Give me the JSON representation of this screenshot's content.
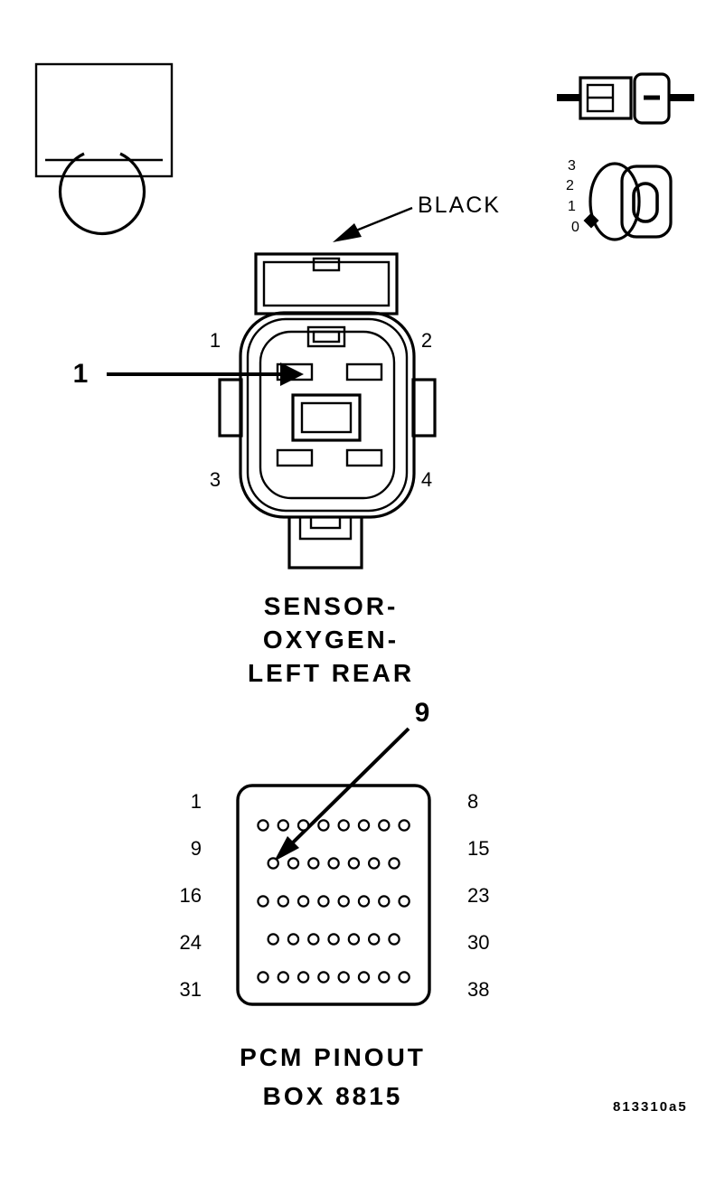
{
  "colors": {
    "ink": "#000000",
    "paper": "#ffffff"
  },
  "callouts": {
    "wire_color": "BLACK",
    "pin1": "1",
    "pin9": "9"
  },
  "connector": {
    "pin_labels": [
      "1",
      "2",
      "3",
      "4"
    ],
    "name_lines": [
      "SENSOR-",
      "OXYGEN-",
      "LEFT REAR"
    ]
  },
  "end_view_scale": [
    "3",
    "2",
    "1",
    "0"
  ],
  "pcm": {
    "title_lines": [
      "PCM PINOUT",
      "BOX 8815"
    ],
    "rows": [
      {
        "left": "1",
        "right": "8",
        "pins": 8
      },
      {
        "left": "9",
        "right": "15",
        "pins": 7
      },
      {
        "left": "16",
        "right": "23",
        "pins": 8
      },
      {
        "left": "24",
        "right": "30",
        "pins": 7
      },
      {
        "left": "31",
        "right": "38",
        "pins": 8
      }
    ]
  },
  "figure_code": "813310a5",
  "icons": {
    "omega": "omega-resistance-symbol",
    "side_view": "connector-side-view-icon",
    "end_view": "connector-end-view-icon"
  }
}
